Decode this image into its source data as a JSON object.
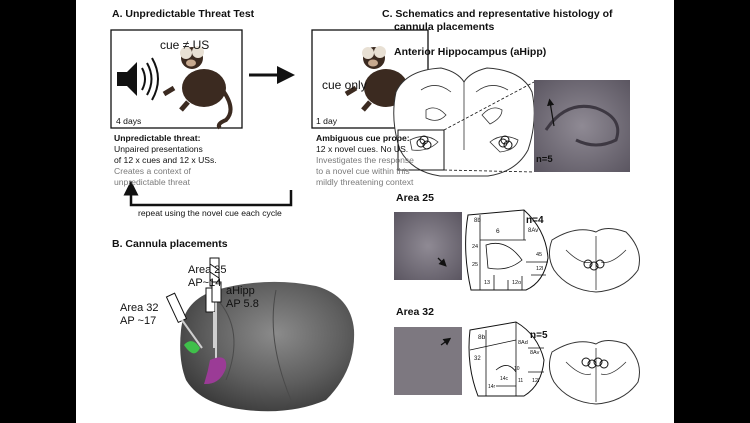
{
  "panel_a": {
    "title": "A. Unpredictable Threat Test",
    "box1_label": "cue ≠ US",
    "box1_duration": "4 days",
    "box2_label": "cue only",
    "box2_duration": "1 day",
    "col1": {
      "heading": "Unpredictable threat:",
      "line1": "Unpaired presentations",
      "line2": "of 12 x cues and 12 x USs.",
      "line3": "Creates a context of",
      "line4": "unpredictable threat"
    },
    "col2": {
      "heading": "Ambiguous cue probe:",
      "line1": "12 x novel cues. No US.",
      "line2": "Investigates the response",
      "line3": "to a novel cue within this",
      "line4": "mildly threatening context"
    },
    "loop_label": "repeat using the novel cue each cycle"
  },
  "panel_b": {
    "title": "B. Cannula placements",
    "area25_name": "Area 25",
    "area25_ap": "AP~14",
    "area32_name": "Area 32",
    "area32_ap": "AP ~17",
    "ahipp_name": "aHipp",
    "ahipp_ap": "AP 5.8",
    "target_colors": {
      "area25": "#3fbf4a",
      "ahipp": "#9b3b96"
    }
  },
  "panel_c": {
    "title_line1": "C.  Schematics and representative histology of",
    "title_line2": "cannula placements",
    "ahipp": {
      "title": "Anterior Hippocampus (aHipp)",
      "n": "n=5"
    },
    "area25": {
      "title": "Area 25",
      "n": "n=4",
      "atlas_labels": [
        "8b",
        "6",
        "8Av",
        "24",
        "25",
        "45",
        "13",
        "12o",
        "12l"
      ]
    },
    "area32": {
      "title": "Area 32",
      "n": "n=5",
      "atlas_labels": [
        "8b",
        "8Ad",
        "8Av",
        "32",
        "12l",
        "14r",
        "14c",
        "11",
        "10"
      ]
    }
  }
}
